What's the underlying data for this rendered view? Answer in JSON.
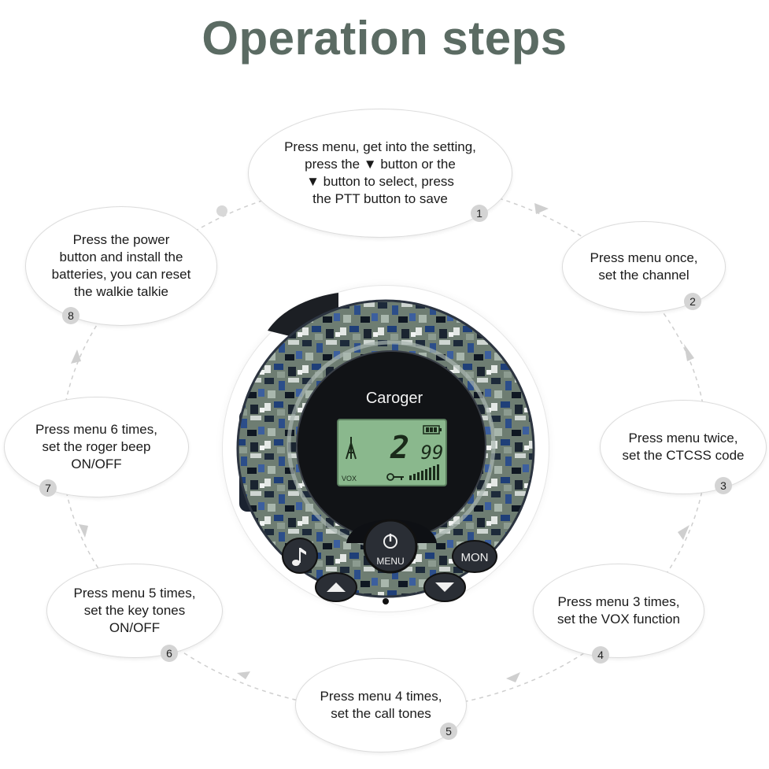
{
  "title": "Operation steps",
  "device": {
    "brand": "Caroger",
    "lcd": {
      "channel": "2",
      "code": "99",
      "indicator": "VOX"
    },
    "buttons": {
      "menu": "MENU",
      "mon": "MON"
    }
  },
  "steps": [
    {
      "number": "1",
      "text": "Press menu, get into the setting,\n press the ▼ button or the\n▼ button to select, press\nthe PTT button to save"
    },
    {
      "number": "2",
      "text": "Press menu once,\nset the channel"
    },
    {
      "number": "3",
      "text": "Press menu twice,\nset the CTCSS code"
    },
    {
      "number": "4",
      "text": "Press menu 3 times,\nset the VOX function"
    },
    {
      "number": "5",
      "text": "Press menu 4 times,\nset the call tones"
    },
    {
      "number": "6",
      "text": "Press menu 5 times,\n set the key tones\nON/OFF"
    },
    {
      "number": "7",
      "text": "Press menu 6 times,\nset the roger beep\nON/OFF"
    },
    {
      "number": "8",
      "text": "Press the power\nbutton and install the\nbatteries, you can reset\nthe walkie talkie"
    }
  ],
  "colors": {
    "title": "#5b6b63",
    "badge": "#d4d4d4",
    "ring": "#cfcfcf"
  },
  "icons": [
    "music-note-icon",
    "power-icon",
    "up-arrow-icon",
    "down-arrow-icon",
    "battery-icon",
    "key-icon",
    "antenna-icon",
    "signal-bars-icon"
  ]
}
